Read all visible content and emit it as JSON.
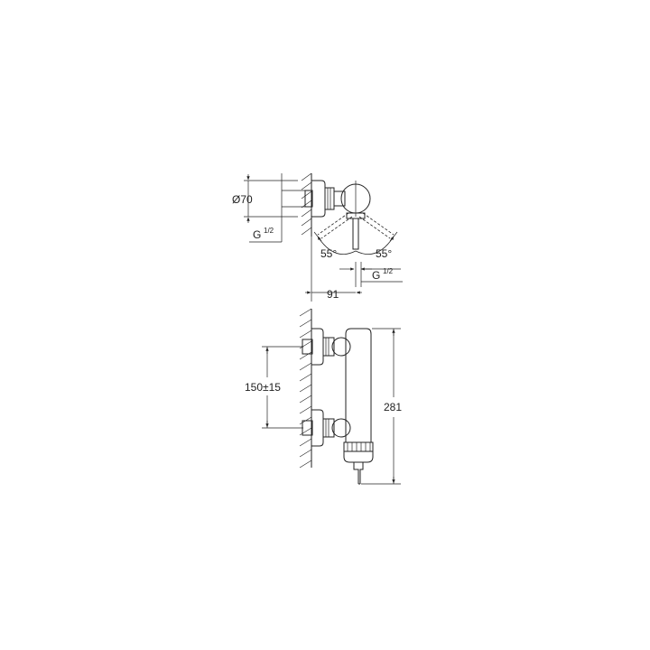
{
  "dimensions": {
    "diameter": "Ø70",
    "thread_left_g": "G",
    "thread_left_frac": "1/2",
    "angle_left": "55°",
    "angle_right": "55°",
    "thread_right_g": "G",
    "thread_right_frac": "1/2",
    "depth": "91",
    "spacing": "150±15",
    "height": "281"
  },
  "colors": {
    "line": "#222222",
    "background": "#ffffff"
  }
}
